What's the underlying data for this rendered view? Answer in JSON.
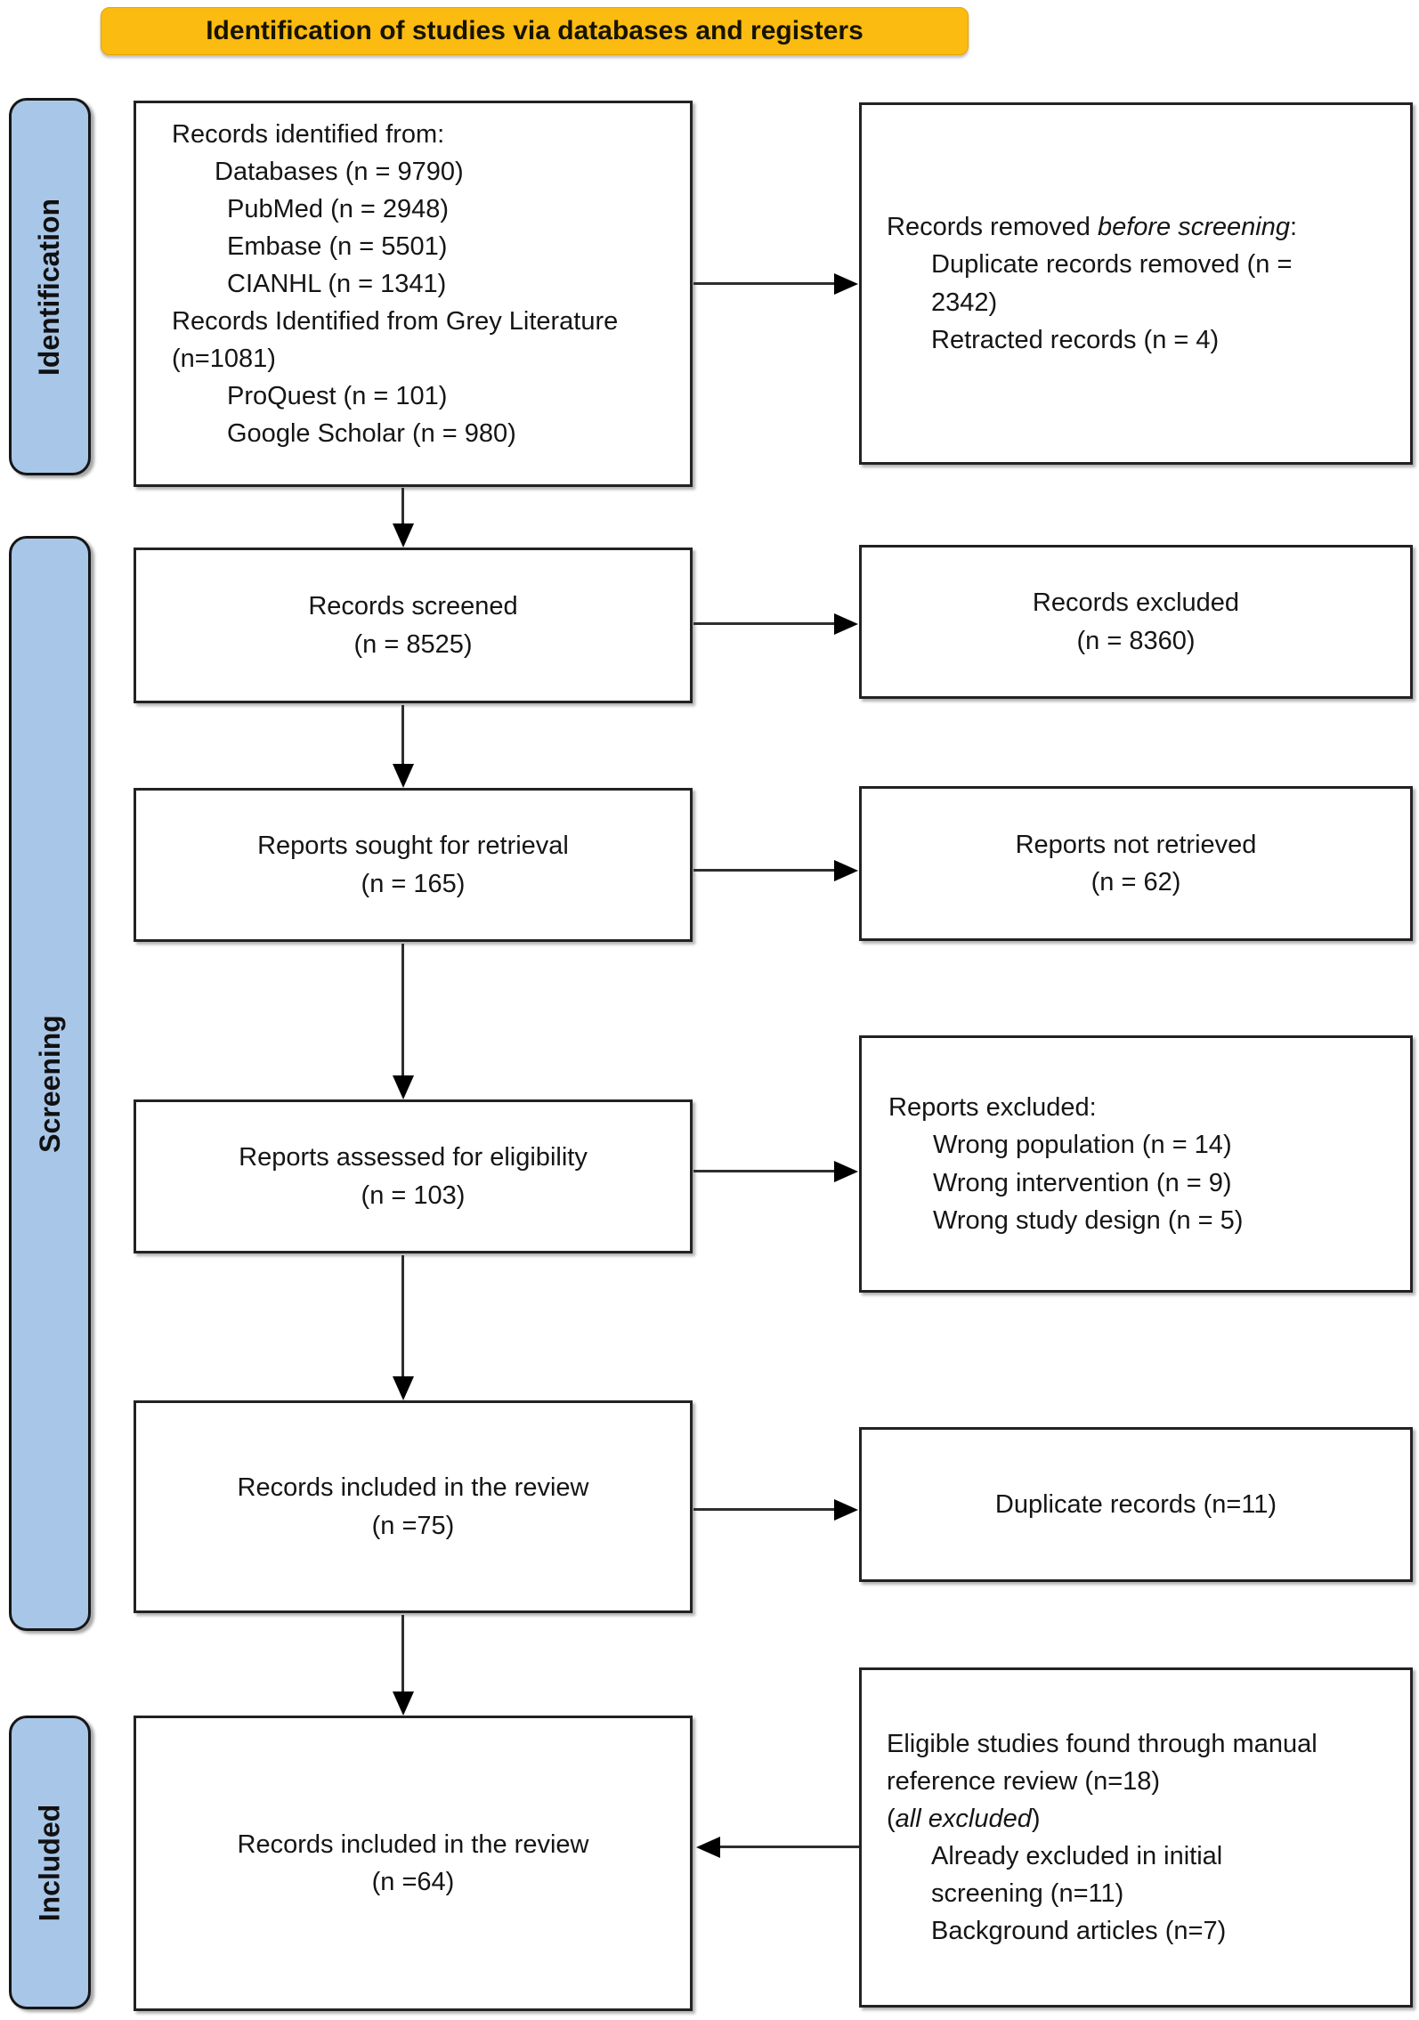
{
  "banner": {
    "title": "Identification of studies via databases and registers"
  },
  "stages": {
    "identification": "Identification",
    "screening": "Screening",
    "included": "Included"
  },
  "colors": {
    "banner_bg": "#FBBB10",
    "stage_bg": "#A8C6E8",
    "box_border": "#222222",
    "arrow": "#000000"
  },
  "boxes": {
    "identified": {
      "lines": [
        "Records identified from:",
        "Databases (n = 9790)",
        "PubMed (n = 2948)",
        "Embase (n = 5501)",
        "CIANHL (n = 1341)",
        "Records Identified from Grey Literature (n=1081)",
        "ProQuest (n = 101)",
        "Google Scholar (n = 980)"
      ]
    },
    "removed": {
      "intro_normal": "Records removed ",
      "intro_italic": "before screening",
      "intro_suffix": ":",
      "items": [
        "Duplicate records removed (n = 2342)",
        "Retracted records (n = 4)"
      ]
    },
    "screened": {
      "line1": "Records screened",
      "line2": "(n = 8525)"
    },
    "records_excluded": {
      "line1": "Records excluded",
      "line2": "(n = 8360)"
    },
    "sought": {
      "line1": "Reports sought for retrieval",
      "line2": "(n = 165)"
    },
    "not_retrieved": {
      "line1": "Reports not retrieved",
      "line2": "(n = 62)"
    },
    "assessed": {
      "line1": "Reports assessed for eligibility",
      "line2": "(n = 103)"
    },
    "reports_excluded": {
      "intro": "Reports excluded:",
      "items": [
        "Wrong population (n = 14)",
        "Wrong intervention (n = 9)",
        "Wrong study design (n = 5)"
      ]
    },
    "included75": {
      "line1": "Records included in the review",
      "line2": "(n =75)"
    },
    "duplicates": {
      "line1": "Duplicate records (n=11)"
    },
    "included64": {
      "line1": "Records included in the review",
      "line2": "(n =64)"
    },
    "manual_review": {
      "line1": "Eligible studies found through manual reference review (n=18)",
      "line2_open": "(",
      "line2_italic": "all excluded",
      "line2_close": ")",
      "items": [
        "Already excluded in initial screening (n=11)",
        "Background articles (n=7)"
      ]
    }
  }
}
